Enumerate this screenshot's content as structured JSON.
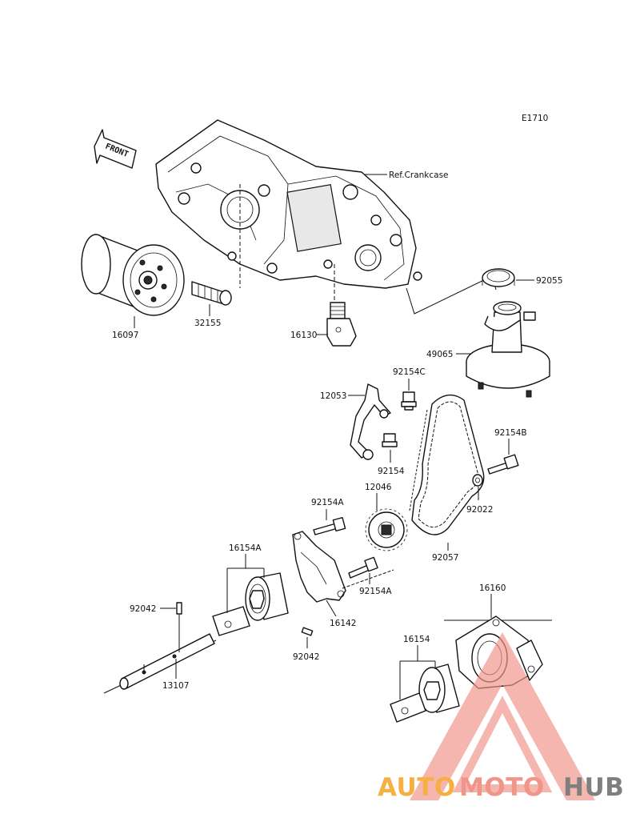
{
  "diagram_code": "E1710",
  "front_label": "FRONT",
  "ref_crankcase": "Ref.Crankcase",
  "parts": {
    "p16097": "16097",
    "p32155": "32155",
    "p16130": "16130",
    "p92055": "92055",
    "p49065": "49065",
    "p12053": "12053",
    "p92154C": "92154C",
    "p92154": "92154",
    "p92154B": "92154B",
    "p12046": "12046",
    "p92154A_top": "92154A",
    "p92022": "92022",
    "p92057": "92057",
    "p16154A": "16154A",
    "p92154A_bottom": "92154A",
    "p16142": "16142",
    "p92042_top": "92042",
    "p92042_bottom": "92042",
    "p13107": "13107",
    "p16160": "16160",
    "p16154": "16154"
  },
  "watermark": {
    "word_part1": "AUTO",
    "word_part2": "MOTO",
    "word_part3": "HUB",
    "color1": "#f5b041",
    "color2": "#f1948a",
    "color3": "#7f7f7f"
  }
}
